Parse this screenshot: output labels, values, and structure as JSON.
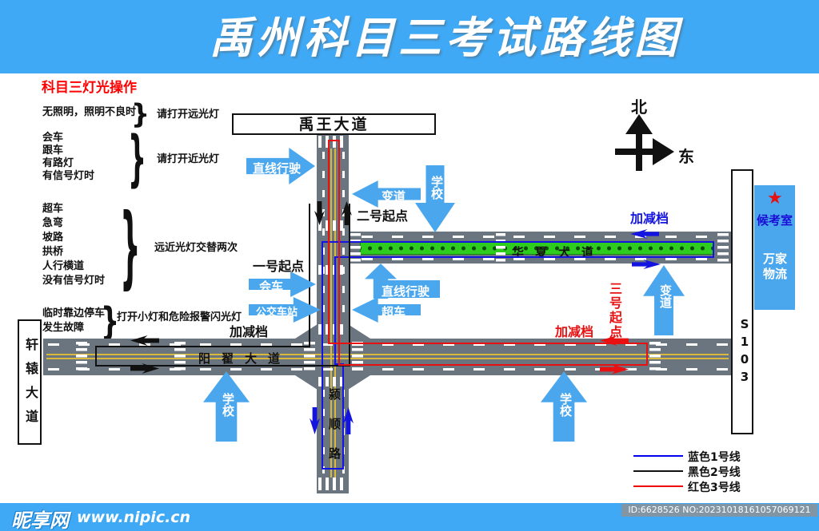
{
  "header": {
    "title": "禹州科目三考试路线图",
    "subtitle": "科目三灯光操作"
  },
  "light_rules": [
    {
      "conditions": [
        "无照明，照明不良时"
      ],
      "action": "请打开远光灯"
    },
    {
      "conditions": [
        "会车",
        "跟车",
        "有路灯",
        "有信号灯时"
      ],
      "action": "请打开近光灯"
    },
    {
      "conditions": [
        "超车",
        "急弯",
        "坡路",
        "拱桥",
        "人行横道",
        "没有信号灯时"
      ],
      "action": "远近光灯交替两次"
    },
    {
      "conditions": [
        "临时靠边停车",
        "发生故障"
      ],
      "action": "打开小灯和危险报警闪光灯"
    }
  ],
  "compass": {
    "north": "北",
    "east": "东"
  },
  "roads": {
    "yuwang_avenue": "禹王大道",
    "huaxia_avenue": "华夏大道",
    "yangzhai_avenue": "阳翟大道",
    "yingshun_road": "颍顺路",
    "xuanyuan_avenue": "轩辕大道",
    "s103": "S103"
  },
  "markers": {
    "start1": "一号起点",
    "start2": "二号起点",
    "start3": "三号起点",
    "gear": "加减档"
  },
  "arrow_labels": {
    "straight": "直线行驶",
    "lane_change": "变道",
    "school": "学校",
    "meeting": "会车",
    "bus_stop": "公交车站",
    "overtake": "超车"
  },
  "poi": {
    "star": "★",
    "waiting_room": "候考室",
    "company": "万家物流"
  },
  "legend": {
    "items": [
      {
        "color": "#0000ee",
        "label": "蓝色1号线"
      },
      {
        "color": "#111111",
        "label": "黑色2号线"
      },
      {
        "color": "#ee0000",
        "label": "红色3号线"
      }
    ]
  },
  "footer": {
    "site_name": "昵享网",
    "site_url": "www.nipic.cn",
    "id_text": "ID:6628526 NO:20231018161057069121"
  },
  "colors": {
    "banner_blue": "#3FA9F5",
    "road_gray": "#6B7580",
    "median_green": "#2ECC1E",
    "arrow_blue": "#4AA7EE",
    "route_blue": "#1414E0",
    "route_red": "#E81010",
    "route_black": "#111111",
    "lane_yellow": "#D9B93C"
  }
}
